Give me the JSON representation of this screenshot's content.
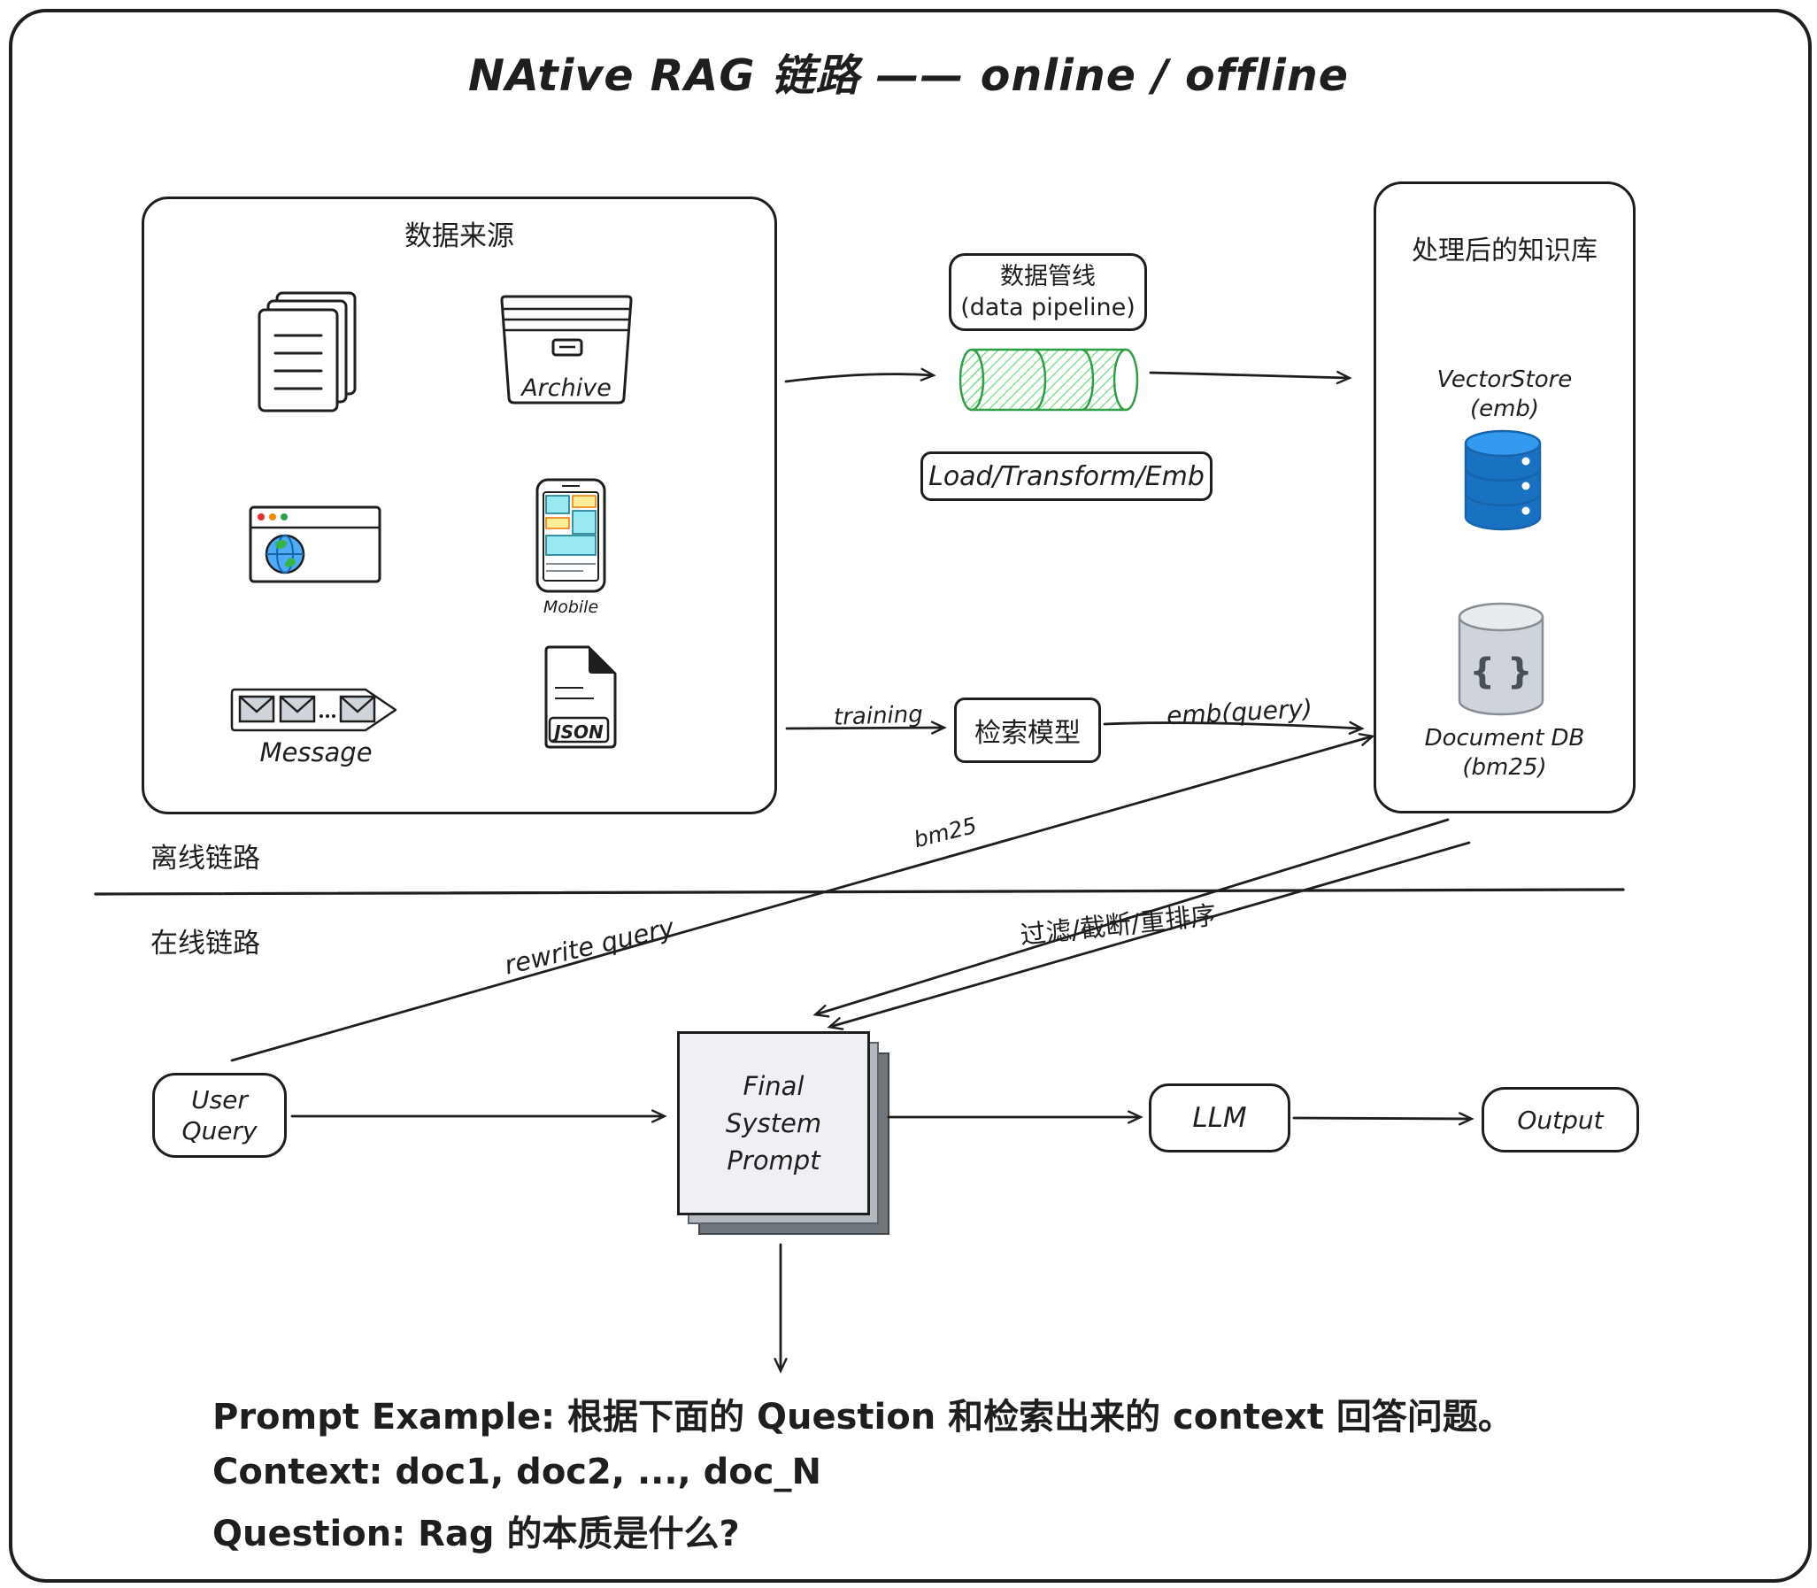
{
  "title": "NAtive RAG 链路 —— online / offline",
  "lane_labels": {
    "offline": "离线链路",
    "online": "在线链路"
  },
  "sources_box": {
    "title": "数据来源",
    "archive_label": "Archive",
    "mobile_label": "Mobile",
    "message_label": "Message",
    "json_label": "JSON"
  },
  "pipeline": {
    "label": "数据管线\n(data pipeline)",
    "stage_label": "Load/Transform/Emb"
  },
  "knowledge_base": {
    "title": "处理后的知识库",
    "vectorstore_label": "VectorStore\n(emb)",
    "docdb_braces": "{ }",
    "docdb_label": "Document DB\n(bm25)"
  },
  "retrieval_model": {
    "label": "检索模型",
    "training_edge_label": "training",
    "emb_query_edge_label": "emb(query)"
  },
  "edge_labels": {
    "bm25": "bm25",
    "rewrite_query": "rewrite query",
    "filter_rerank": "过滤/截断/重排序"
  },
  "online_flow": {
    "user_query": "User\nQuery",
    "final_prompt": "Final\nSystem\nPrompt",
    "llm": "LLM",
    "output": "Output"
  },
  "prompt_example": {
    "line1": "Prompt Example: 根据下面的 Question 和检索出来的 context 回答问题。",
    "line2": "Context: doc1, doc2, ..., doc_N",
    "line3": "Question: Rag 的本质是什么?"
  },
  "colors": {
    "ink": "#1e1e1e",
    "pipeline_green": "#2f9e44",
    "vectorstore_blue": "#1971c2",
    "docdb_gray": "#ced4da"
  }
}
